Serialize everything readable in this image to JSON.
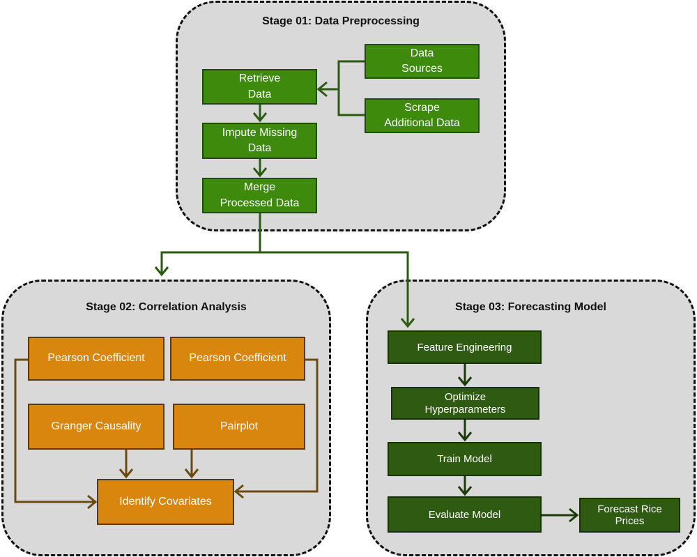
{
  "stage1": {
    "title": "Stage 01: Data Preprocessing",
    "nodes": {
      "data_sources": "Data\nSources",
      "scrape_data": "Scrape\nAdditional Data",
      "retrieve_data": "Retrieve\nData",
      "impute_missing": "Impute Missing\nData",
      "merge_processed": "Merge\nProcessed Data"
    }
  },
  "stage2": {
    "title": "Stage 02: Correlation Analysis",
    "nodes": {
      "pearson_left": "Pearson Coefficient",
      "pearson_right": "Pearson Coefficient",
      "granger": "Granger Causality",
      "pairplot": "Pairplot",
      "identify_covariates": "Identify Covariates"
    }
  },
  "stage3": {
    "title": "Stage 03: Forecasting Model",
    "nodes": {
      "feature_engineering": "Feature Engineering",
      "optimize_hyperparameters": "Optimize\nHyperparameters",
      "train_model": "Train Model",
      "evaluate_model": "Evaluate Model",
      "forecast_prices": "Forecast Rice\nPrices"
    }
  },
  "colors": {
    "stage_fill": "#d9d9d9",
    "stage1_node": "#3d8a0c",
    "stage2_node": "#d9860f",
    "stage3_node": "#2f5a12",
    "green_connector": "#2b5a12",
    "orange_connector": "#6b4a12",
    "dark_connector": "#1c3a0b"
  }
}
